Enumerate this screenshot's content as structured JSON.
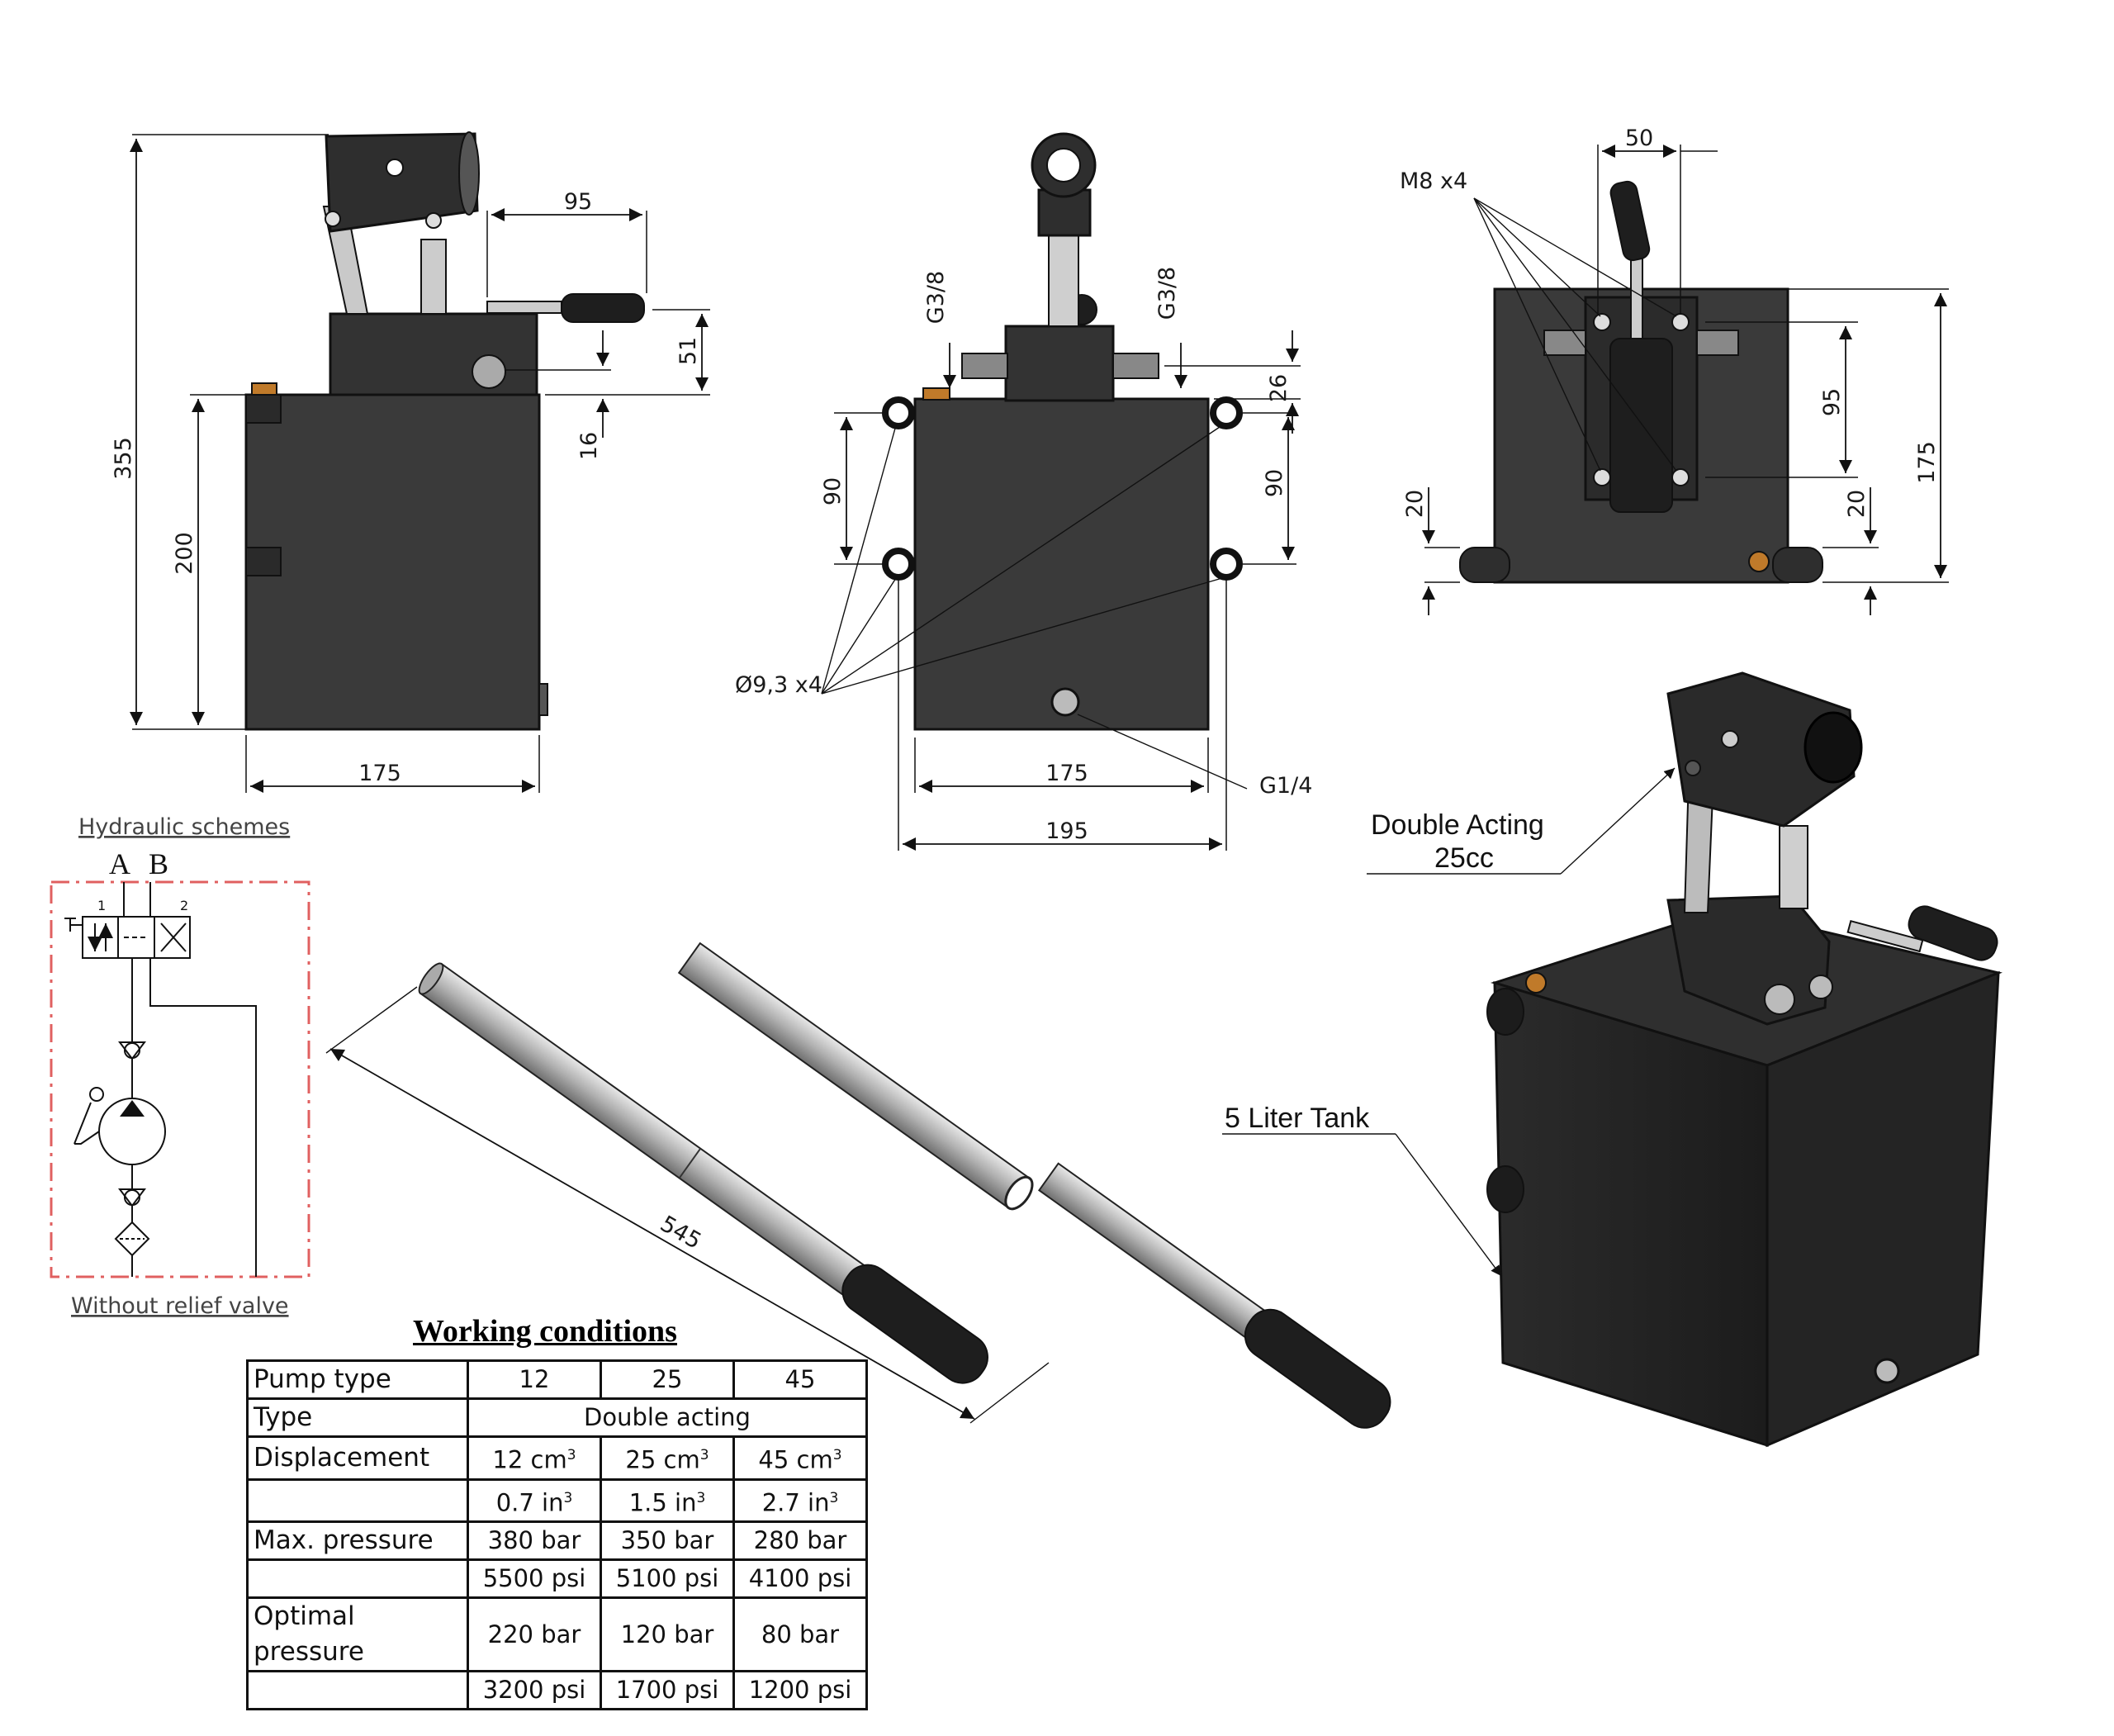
{
  "dimensions": {
    "side_view": {
      "height_total": "355",
      "height_tank": "200",
      "width": "175",
      "handle_offset": "95",
      "port_height": "51",
      "port_depth": "16"
    },
    "front_view": {
      "port_left": "G3/8",
      "port_right": "G3/8",
      "top_offset": "26",
      "hole_spacing_left": "90",
      "hole_spacing_right": "90",
      "holes": "Ø9,3 x4",
      "drain": "G1/4",
      "width_tank": "175",
      "width_total": "195"
    },
    "top_view": {
      "bolts": "M8 x4",
      "bolt_spacing": "50",
      "pump_height": "95",
      "height_total": "175",
      "foot_left": "20",
      "foot_right": "20"
    },
    "handle_length": "545"
  },
  "callouts": {
    "double_acting": "Double Acting",
    "displacement": "25cc",
    "tank": "5 Liter Tank"
  },
  "hydraulic": {
    "title": "Hydraulic schemes",
    "subtitle": "Without relief valve",
    "port_a": "A",
    "port_b": "B",
    "pos1": "1",
    "pos2": "2"
  },
  "working_conditions": {
    "title": "Working conditions",
    "rows": [
      {
        "label": "Pump type",
        "c1": "12",
        "c2": "25",
        "c3": "45"
      },
      {
        "label": "Type",
        "span": "Double acting"
      },
      {
        "label": "Displacement",
        "c1": "12 cm",
        "c2": "25 cm",
        "c3": "45 cm",
        "sup": "3"
      },
      {
        "label": "",
        "c1": "0.7 in",
        "c2": "1.5 in",
        "c3": "2.7 in",
        "sup": "3"
      },
      {
        "label": "Max. pressure",
        "c1": "380 bar",
        "c2": "350 bar",
        "c3": "280 bar"
      },
      {
        "label": "",
        "c1": "5500 psi",
        "c2": "5100 psi",
        "c3": "4100 psi"
      },
      {
        "label": "Optimal pressure",
        "c1": "220 bar",
        "c2": "120 bar",
        "c3": "80 bar"
      },
      {
        "label": "",
        "c1": "3200 psi",
        "c2": "1700 psi",
        "c3": "1200 psi"
      }
    ]
  },
  "colors": {
    "body": "#3a3a3a",
    "body_dark": "#262626",
    "metal": "#b9b9b9",
    "scheme_frame": "#e06060"
  }
}
